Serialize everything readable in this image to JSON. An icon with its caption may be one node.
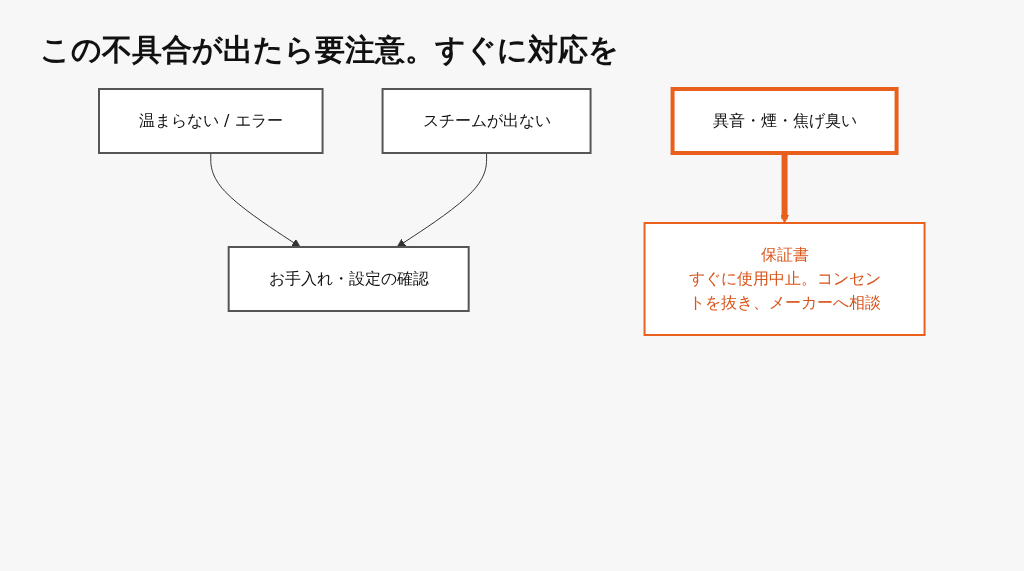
{
  "diagram": {
    "title": "この不具合が出たら要注意。すぐに対応を",
    "nodes": [
      {
        "text": [
          "温まらない / エラー"
        ]
      },
      {
        "text": [
          "スチームが出ない"
        ]
      },
      {
        "text": [
          "お手入れ・設定の確認"
        ]
      },
      {
        "text": [
          "異音・煙・焦げ臭い"
        ]
      },
      {
        "text": [
          "保証書",
          "すぐに使用中止。コンセントを抜き、メーカーへ相談"
        ]
      }
    ],
    "edges": [
      {
        "from": 0,
        "to": 2,
        "arrow": "to"
      },
      {
        "from": 1,
        "to": 2,
        "arrow": "to"
      },
      {
        "from": 3,
        "to": 4,
        "arrow": "to",
        "style": "thick",
        "color": "#e8601c"
      }
    ]
  }
}
